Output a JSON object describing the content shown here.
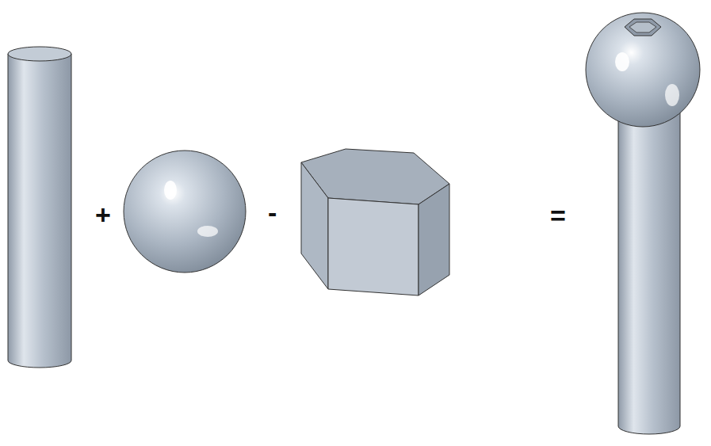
{
  "diagram": {
    "labels": [
      "+",
      "-",
      "="
    ]
  }
}
